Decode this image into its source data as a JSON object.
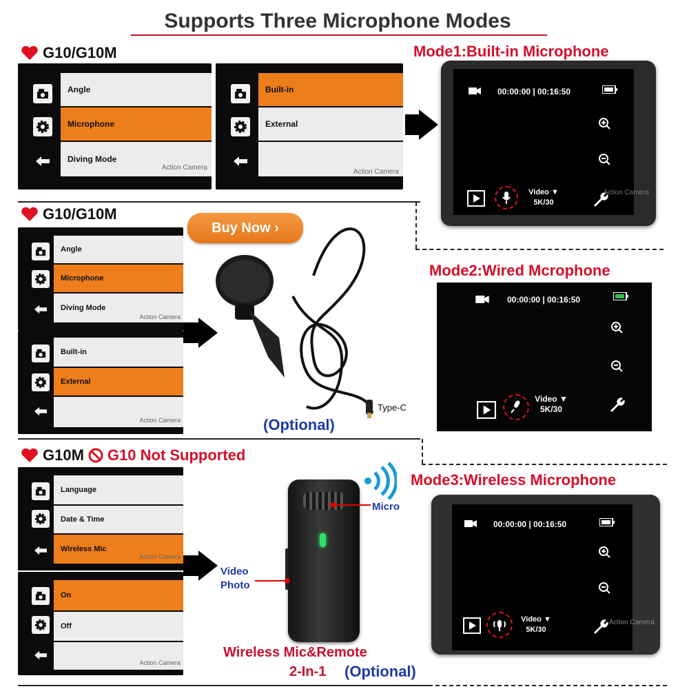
{
  "title": "Supports Three Microphone Modes",
  "sections": {
    "s1": {
      "model": "G10/G10M"
    },
    "s2": {
      "model": "G10/G10M"
    },
    "s3": {
      "model_supported": "G10M",
      "model_not_supported": "G10 Not Supported"
    }
  },
  "modes": {
    "mode1": "Mode1:Built-in Microphone",
    "mode2": "Mode2:Wired Mcrophone",
    "mode3": "Mode3:Wireless Microphone"
  },
  "menus": {
    "s1_main": [
      "Angle",
      "Microphone",
      "Diving Mode"
    ],
    "s1_sub": [
      "Built-in",
      "External",
      ""
    ],
    "s2_main": [
      "Angle",
      "Microphone",
      "Diving Mode"
    ],
    "s2_sub": [
      "Built-in",
      "External",
      ""
    ],
    "s3_main": [
      "Language",
      "Date & Time",
      "Wireless Mic"
    ],
    "s3_sub": [
      "On",
      "Off",
      ""
    ]
  },
  "watermark": "Action Camera",
  "camera": {
    "time": "00:00:00 | 00:16:50",
    "video_label": "Video",
    "resolution": "5K/30",
    "watermark": "Action Camera"
  },
  "buy_button": "Buy Now",
  "wired": {
    "connector": "Type-C",
    "optional": "(Optional)"
  },
  "wireless": {
    "mic_label": "Micro",
    "button_label_1": "Video",
    "button_label_2": "Photo",
    "caption_1": "Wireless Mic&Remote",
    "caption_2": "2-In-1",
    "optional": "(Optional)"
  },
  "colors": {
    "accent_red": "#d4102a",
    "menu_orange": "#ee7d1c",
    "optional_blue": "#1c3aa8"
  },
  "icons": [
    "heart-icon",
    "prohibited-icon",
    "camera-icon",
    "gear-icon",
    "back-arrow-icon",
    "playback-icon",
    "microphone-icon",
    "zoom-in-icon",
    "zoom-out-icon",
    "wrench-icon",
    "battery-icon",
    "wireless-signal-icon"
  ]
}
